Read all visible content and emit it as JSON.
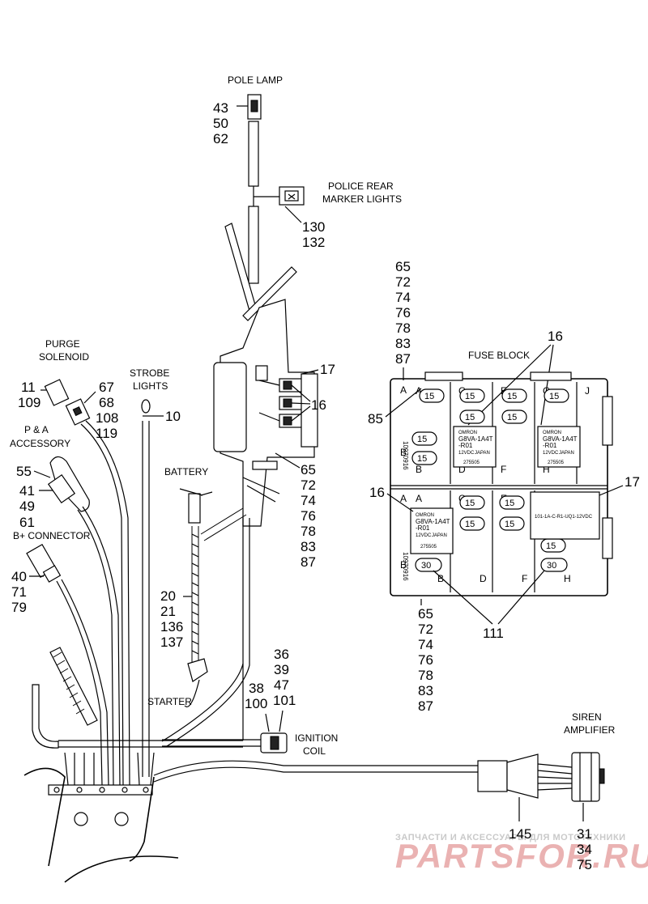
{
  "labels": {
    "pole_lamp": "POLE LAMP",
    "police_rear_1": "POLICE REAR",
    "police_rear_2": "MARKER LIGHTS",
    "purge_1": "PURGE",
    "purge_2": "SOLENOID",
    "strobe_1": "STROBE",
    "strobe_2": "LIGHTS",
    "pa_1": "P & A",
    "pa_2": "ACCESSORY",
    "b_connector": "B+ CONNECTOR",
    "battery": "BATTERY",
    "starter": "STARTER",
    "ignition_1": "IGNITION",
    "ignition_2": "COIL",
    "fuse_block": "FUSE BLOCK",
    "siren_1": "SIREN",
    "siren_2": "AMPLIFIER"
  },
  "callouts": {
    "pole_lamp": [
      "43",
      "50",
      "62"
    ],
    "marker": [
      "130",
      "132"
    ],
    "c17_top": "17",
    "c16_harness": "16",
    "harness_fuse_group": [
      "65",
      "72",
      "74",
      "76",
      "78",
      "83",
      "87"
    ],
    "fuse_group_top": [
      "65",
      "72",
      "74",
      "76",
      "78",
      "83",
      "87"
    ],
    "fuse_group_bottom": [
      "65",
      "72",
      "74",
      "76",
      "78",
      "83",
      "87"
    ],
    "c16_fuse_top": "16",
    "c85": "85",
    "c16_fuse_left": "16",
    "c17_fuse_right": "17",
    "c111": "111",
    "purge": [
      "11",
      "109"
    ],
    "purge_right": [
      "67",
      "68",
      "108",
      "119"
    ],
    "strobe": "10",
    "pa": [
      "55",
      "41",
      "49",
      "61"
    ],
    "b_connector": [
      "40",
      "71",
      "79"
    ],
    "battery": [
      "20",
      "21",
      "136",
      "137"
    ],
    "ignition_top": [
      "36",
      "39",
      "47"
    ],
    "ignition_left": [
      "38",
      "100"
    ],
    "ignition_right": "101",
    "siren_left": "145",
    "siren_right": [
      "31",
      "34",
      "75"
    ]
  },
  "fuse_block": {
    "columns": [
      "A",
      "C",
      "E",
      "G",
      "J"
    ],
    "rows_top": [
      "B",
      "D",
      "F",
      "H"
    ],
    "rows_bottom": [
      "B",
      "D",
      "F",
      "H"
    ],
    "fuse_15": "15",
    "fuse_30": "30",
    "relay_brand": "OMRON",
    "relay_model_1": "G8VA-1A4T",
    "relay_model_2": "-R01",
    "relay_voltage": "12VDC",
    "relay_origin": "JAPAN",
    "relay_code": "275505",
    "part_number": "10970916",
    "section_a": "A",
    "section_b": "B",
    "module_text": "101-1A-C-R1-UQ1-12VDC"
  },
  "watermark": {
    "line1": "ЗАПЧАСТИ И АКСЕССУАРЫ ДЛЯ МОТОТЕХНИКИ",
    "line2": "PARTSFOR.RU"
  },
  "colors": {
    "ink": "#000000",
    "background": "#ffffff",
    "watermark": "#e8a3a3"
  }
}
